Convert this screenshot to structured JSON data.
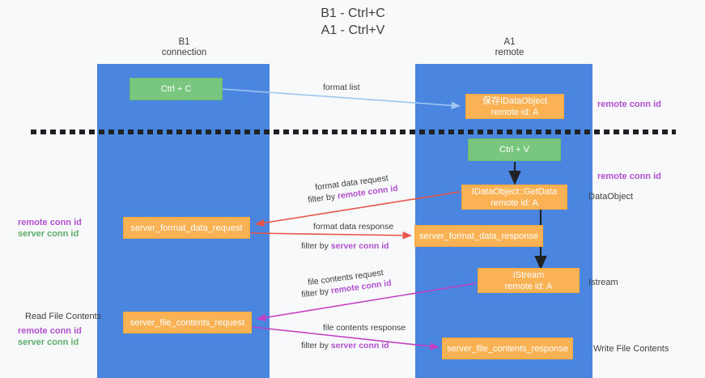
{
  "title": "B1 - Ctrl+C\nA1 - Ctrl+V",
  "lanes": [
    {
      "name": "b1",
      "header": "B1\nconnection"
    },
    {
      "name": "a1",
      "header": "A1\nremote"
    }
  ],
  "nodes": {
    "ctrl_c": "Ctrl + C",
    "save_idataobject": "保存IDataObject\nremote id: A",
    "ctrl_v": "Ctrl + V",
    "getdata": "IDataObject::GetData\nremote id: A",
    "server_format_data_request": "server_format_data_request",
    "server_format_data_response": "server_format_data_response",
    "istream": "IStream\nremote id: A",
    "server_file_contents_request": "server_file_contents_request",
    "server_file_contents_response": "server_file_contents_response"
  },
  "edge_labels": {
    "format_list": "format list",
    "format_data_request": "format data request",
    "format_data_request_filter_prefix": "filter by ",
    "format_data_request_filter_key": "remote conn id",
    "format_data_response": "format data response",
    "format_data_response_filter_prefix": "filter by ",
    "format_data_response_filter_key": "server conn id",
    "file_contents_request": "file contents request",
    "file_contents_request_filter_prefix": "filter by ",
    "file_contents_request_filter_key": "remote conn id",
    "file_contents_response": "file contents response",
    "file_contents_response_filter_prefix": "filter by ",
    "file_contents_response_filter_key": "server conn id"
  },
  "annotations": {
    "right_remote_conn_id_top": "remote conn id",
    "right_remote_conn_id_mid": "remote conn id",
    "right_dataobject": "DataObject",
    "right_istream": "Istream",
    "right_write_file_contents": "Write File Contents",
    "left_remote_conn_id_mid": "remote conn id",
    "left_server_conn_id_mid": "server conn id",
    "left_read_file_contents": "Read File Contents",
    "left_remote_conn_id_bot": "remote conn id",
    "left_server_conn_id_bot": "server conn id"
  },
  "colors": {
    "lane": "#4a86e0",
    "node_green": "#79c77f",
    "node_orange": "#fbb255",
    "accent_purple": "#b24fd0",
    "accent_green": "#5fae6a",
    "arrow_blue": "#9fc6ef",
    "arrow_red": "#e8564b",
    "arrow_magenta": "#c23fc2",
    "arrow_black": "#202124",
    "background": "#f8f9fa"
  }
}
